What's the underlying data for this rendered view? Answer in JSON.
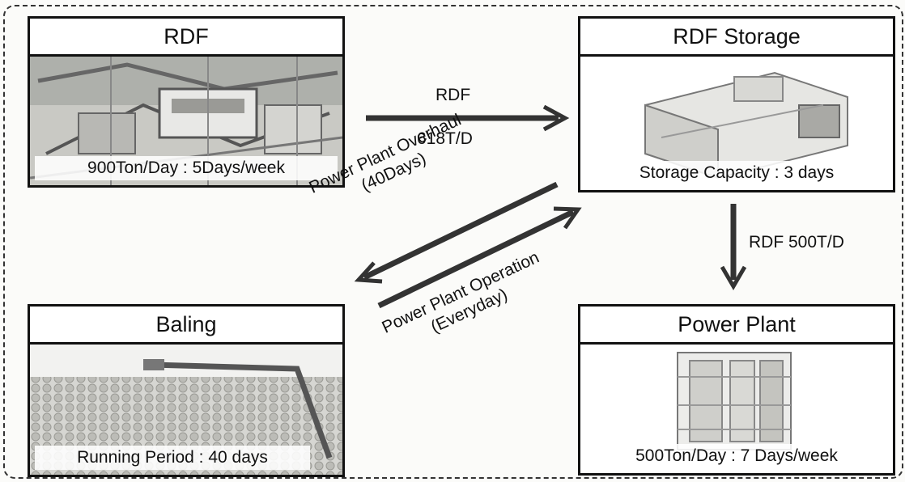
{
  "nodes": {
    "rdf": {
      "title": "RDF",
      "caption": "900Ton/Day : 5Days/week"
    },
    "storage": {
      "title": "RDF Storage",
      "caption": "Storage Capacity : 3 days"
    },
    "baling": {
      "title": "Baling",
      "caption": "Running Period : 40 days"
    },
    "power_plant": {
      "title": "Power Plant",
      "caption": "500Ton/Day : 7 Days/week"
    }
  },
  "flows": {
    "rdf_to_storage": {
      "label_top": "RDF",
      "label_bottom": "618T/D"
    },
    "storage_to_power": {
      "label": "RDF 500T/D"
    },
    "storage_to_baling": {
      "line1": "Power Plant Overhaul",
      "line2": "(40Days)"
    },
    "baling_to_storage": {
      "line1": "Power Plant Operation",
      "line2": "(Everyday)"
    }
  },
  "colors": {
    "border": "#111111",
    "arrow": "#333333"
  }
}
